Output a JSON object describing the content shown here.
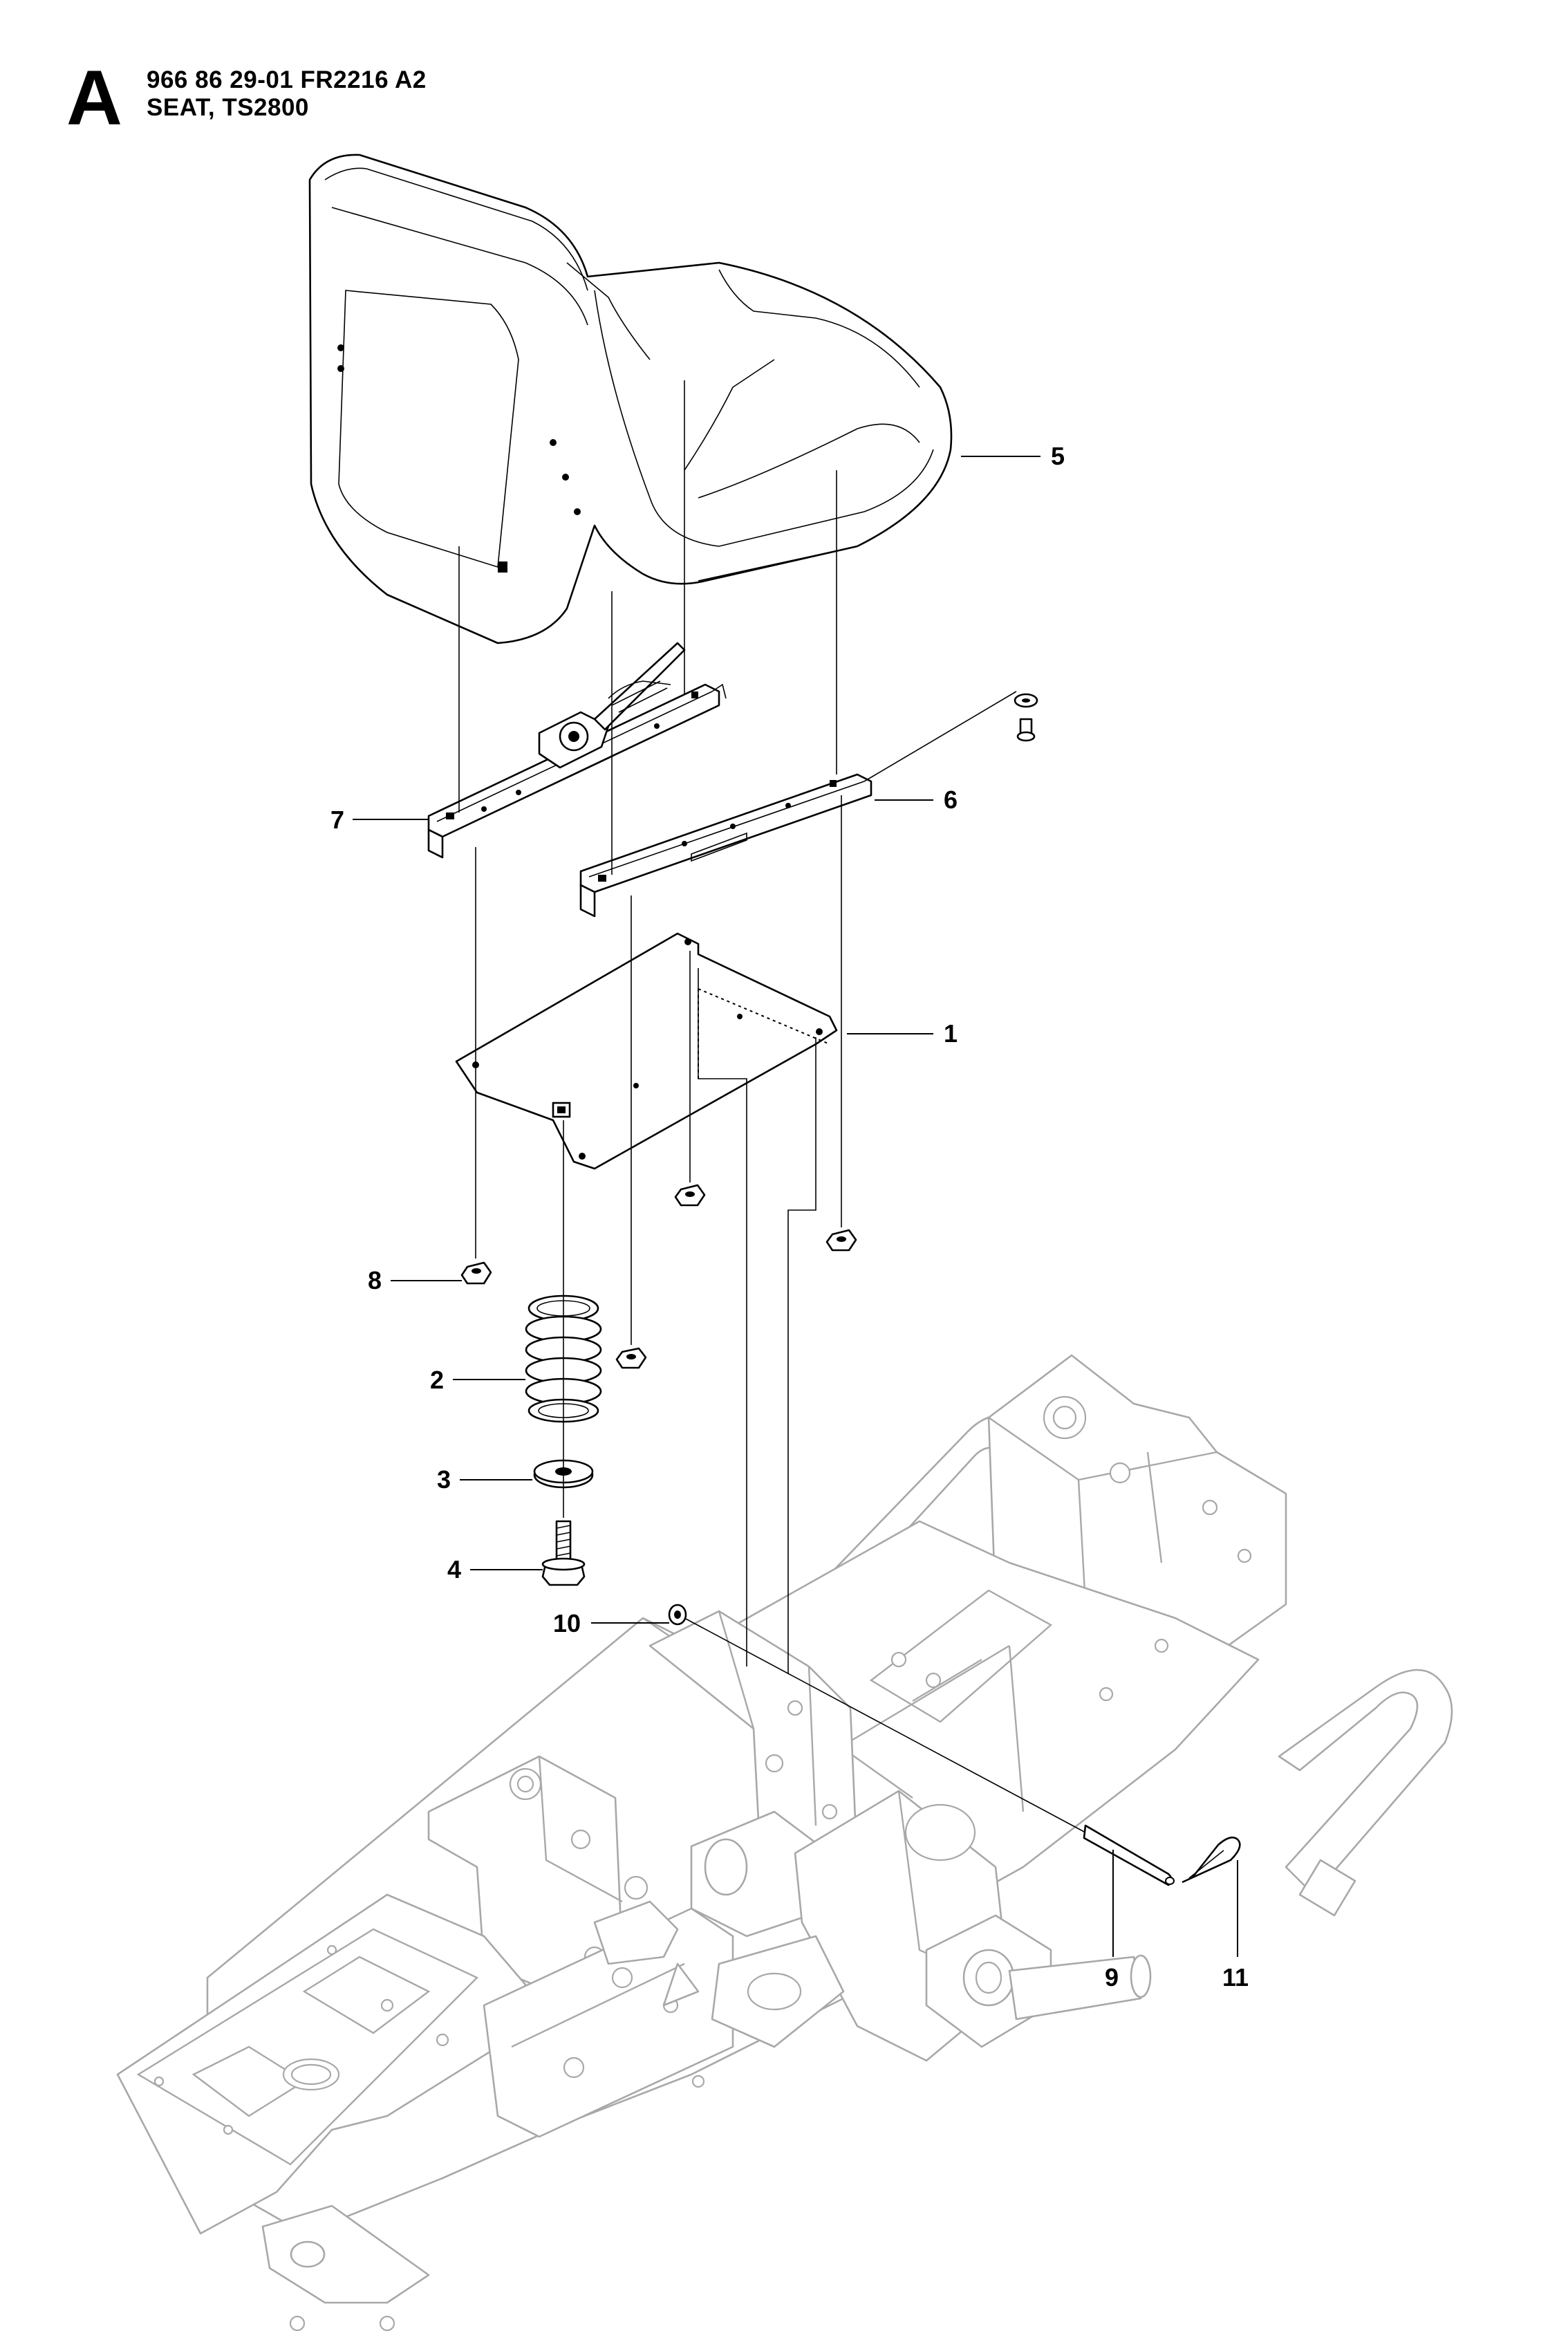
{
  "header": {
    "section": "A",
    "line1": "966 86 29-01 FR2216 A2",
    "line2": "SEAT, TS2800"
  },
  "callouts": [
    {
      "id": "1",
      "label": "1"
    },
    {
      "id": "2",
      "label": "2"
    },
    {
      "id": "3",
      "label": "3"
    },
    {
      "id": "4",
      "label": "4"
    },
    {
      "id": "5",
      "label": "5"
    },
    {
      "id": "6",
      "label": "6"
    },
    {
      "id": "7",
      "label": "7"
    },
    {
      "id": "8",
      "label": "8"
    },
    {
      "id": "9",
      "label": "9"
    },
    {
      "id": "10",
      "label": "10"
    },
    {
      "id": "11",
      "label": "11"
    }
  ],
  "colors": {
    "parts": "#000000",
    "frame": "#a8a8a8",
    "background": "#ffffff"
  }
}
